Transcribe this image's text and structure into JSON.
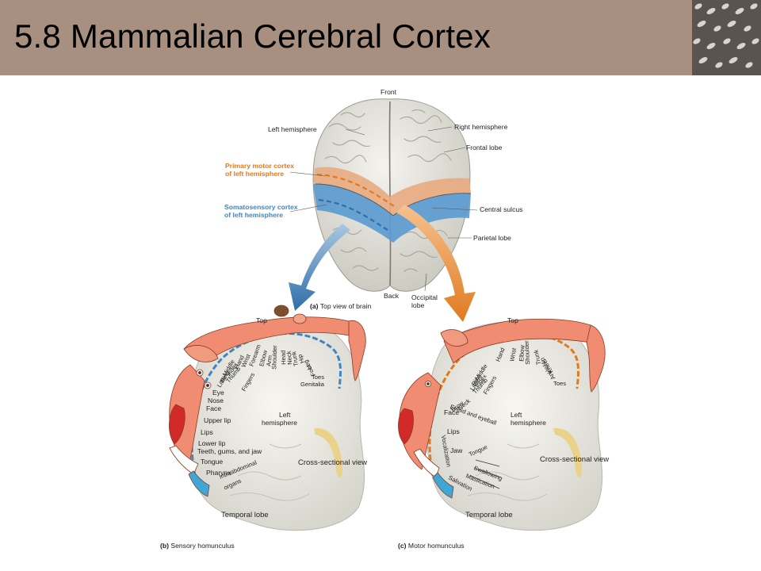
{
  "title": "5.8 Mammalian Cerebral Cortex",
  "colors": {
    "header": "#a89081",
    "motor": "#e07a1f",
    "sensory": "#3f86be"
  },
  "brain": {
    "front": "Front",
    "back": "Back",
    "left_hemisphere": "Left hemisphere",
    "right_hemisphere": "Right hemisphere",
    "frontal_lobe": "Frontal lobe",
    "motor_cortex_1": "Primary motor cortex",
    "motor_cortex_2": "of left hemisphere",
    "sensory_cortex_1": "Somatosensory cortex",
    "sensory_cortex_2": "of left hemisphere",
    "central_sulcus": "Central sulcus",
    "parietal_lobe": "Parietal lobe",
    "occipital_1": "Occipital",
    "occipital_2": "lobe",
    "caption_letter": "(a)",
    "caption_text": "Top view of brain"
  },
  "sensory": {
    "top": "Top",
    "left_hemi_1": "Left",
    "left_hemi_2": "hemisphere",
    "cross": "Cross-sectional view",
    "temporal": "Temporal lobe",
    "caption_letter": "(b)",
    "caption_text": "Sensory homunculus",
    "fingers": "Fingers",
    "arc_labels": [
      "Little",
      "Ring",
      "Middle",
      "Index",
      "Thumb",
      "Hand",
      "Wrist",
      "Forearm",
      "Elbow",
      "Arm",
      "Shoulder",
      "Head",
      "Neck",
      "Trunk",
      "Hip",
      "Leg",
      "Foot",
      "Toes",
      "Genitalia"
    ],
    "face_labels": [
      "Eye",
      "Nose",
      "Face",
      "Upper lip",
      "Lips",
      "Lower lip",
      "Teeth, gums, and jaw",
      "Tongue",
      "Pharynx",
      "Intraabdominal",
      "organs"
    ]
  },
  "motor": {
    "top": "Top",
    "left_hemi_1": "Left",
    "left_hemi_2": "hemisphere",
    "cross": "Cross-sectional view",
    "temporal": "Temporal lobe",
    "caption_letter": "(c)",
    "caption_text": "Motor homunculus",
    "fingers": "Fingers",
    "arc_labels": [
      "Little",
      "Ring",
      "Middle",
      "Index",
      "Thumb",
      "Neck",
      "Brow",
      "Hand",
      "Wrist",
      "Elbow",
      "Shoulder",
      "Trunk",
      "Hip",
      "Knee",
      "Ankle",
      "Toes"
    ],
    "face_labels": [
      "Eyelid and eyeball",
      "Face",
      "Lips",
      "Jaw",
      "Tongue",
      "Swallowing",
      "Mastication",
      "Salivation",
      "Vocalization"
    ]
  }
}
